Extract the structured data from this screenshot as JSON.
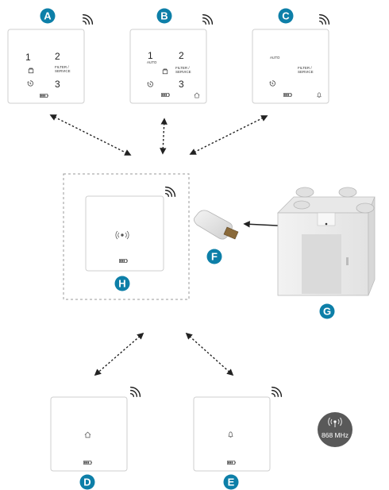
{
  "colors": {
    "badge": "#0d7fa8",
    "panel_border": "#cfcfcf",
    "arrow": "#222222",
    "dashed_frame": "#9a9a9a",
    "mhz_badge": "#595959"
  },
  "devices": {
    "A": {
      "label": "A",
      "key1": "1",
      "key2": "2",
      "key3": "3",
      "filter": "FILTER / SERVICE"
    },
    "B": {
      "label": "B",
      "key1": "1",
      "key2": "2",
      "key3": "3",
      "auto": "AUTO",
      "filter": "FILTER / SERVICE"
    },
    "C": {
      "label": "C",
      "auto": "AUTO",
      "filter": "FILTER / SERVICE"
    },
    "D": {
      "label": "D"
    },
    "E": {
      "label": "E"
    },
    "F": {
      "label": "F",
      "name": "usb-dongle"
    },
    "G": {
      "label": "G",
      "name": "ventilation-unit"
    },
    "H": {
      "label": "H"
    }
  },
  "frequency_badge": {
    "text": "868 MHz"
  },
  "icons": [
    "wireless-signal-icon",
    "timer-icon",
    "cloud-box-icon",
    "battery-icon",
    "home-icon",
    "bell-icon",
    "rf-link-icon"
  ]
}
